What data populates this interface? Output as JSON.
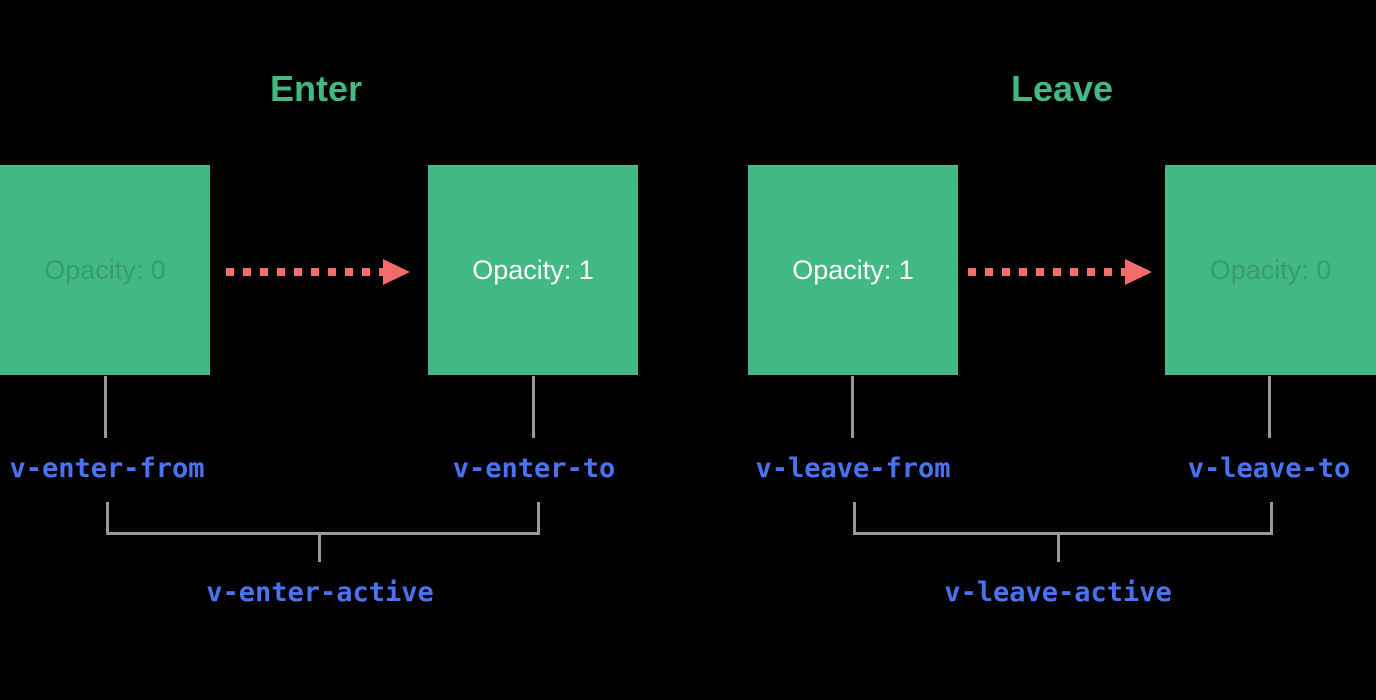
{
  "colors": {
    "background": "#000000",
    "green": "#42b883",
    "green_faded_text": "#389c6f",
    "white": "#ffffff",
    "red_arrow": "#f56c6c",
    "blue_class": "#4a73f4",
    "gray_line": "#999999"
  },
  "enter": {
    "title": "Enter",
    "box_from": {
      "label": "Opacity: 0"
    },
    "box_to": {
      "label": "Opacity: 1"
    },
    "class_from": "v-enter-from",
    "class_to": "v-enter-to",
    "class_active": "v-enter-active"
  },
  "leave": {
    "title": "Leave",
    "box_from": {
      "label": "Opacity: 1"
    },
    "box_to": {
      "label": "Opacity: 0"
    },
    "class_from": "v-leave-from",
    "class_to": "v-leave-to",
    "class_active": "v-leave-active"
  }
}
